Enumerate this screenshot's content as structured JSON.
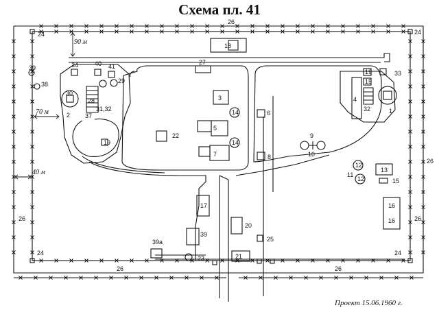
{
  "title": "Схема пл. 41",
  "note": "Проект 15.06.1960 г.",
  "distances": {
    "top": "90 м",
    "left_inner": "70 м",
    "left_outer": "40 м"
  },
  "labels": {
    "l1": "1",
    "l2": "2",
    "l3": "3",
    "l4": "4",
    "l5": "5",
    "l6": "6",
    "l7": "7",
    "l8": "8",
    "l9": "9",
    "l10": "10",
    "l11": "11",
    "l12a": "12",
    "l12b": "12",
    "l13": "13",
    "l14a": "14",
    "l14b": "14",
    "l15": "15",
    "l15b": "15",
    "l16a": "16",
    "l16b": "16",
    "l17": "17",
    "l18": "18",
    "l19": "19",
    "l19b": "19",
    "l20": "20",
    "l21": "21",
    "l22": "22",
    "l23": "23",
    "l25": "25",
    "l26a": "26",
    "l26b": "26",
    "l26c": "26",
    "l26d": "26",
    "l26e": "26",
    "l26f": "26",
    "l27": "27",
    "l28": "28",
    "l29": "29",
    "l30": "30",
    "l31": "31,32",
    "l32": "32",
    "l33": "33",
    "l34": "34",
    "l37": "37",
    "l38": "38",
    "l39": "39",
    "l39b": "39",
    "l39a": "39а",
    "l40": "40",
    "l41": "41",
    "l24a": "24",
    "l24b": "24",
    "l24c": "24",
    "l24d": "24"
  }
}
